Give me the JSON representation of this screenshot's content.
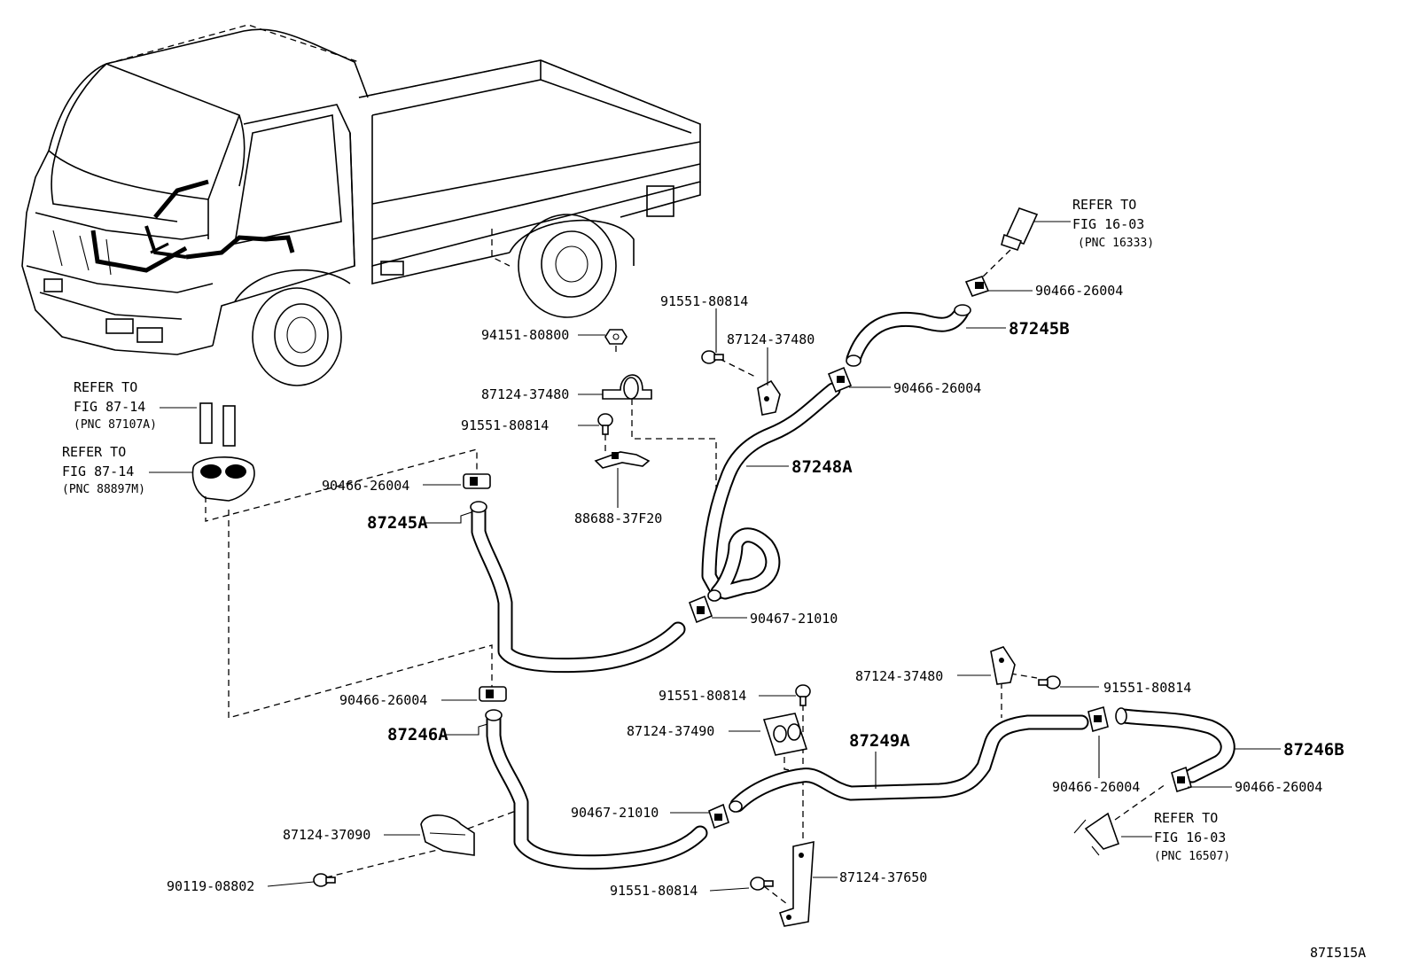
{
  "callouts": [
    {
      "text": "REFER TO"
    },
    {
      "text": "FIG 16-03"
    },
    {
      "text": "(PNC 16333)"
    },
    {
      "text": "REFER TO"
    },
    {
      "text": "FIG 87-14"
    },
    {
      "text": "(PNC 87107A)"
    },
    {
      "text": "REFER TO"
    },
    {
      "text": "FIG 87-14"
    },
    {
      "text": "(PNC 88897M)"
    },
    {
      "text": "REFER TO"
    },
    {
      "text": "FIG 16-03"
    },
    {
      "text": "(PNC 16507)"
    }
  ],
  "parts": [
    {
      "text": "90466-26004"
    },
    {
      "text": "87245B"
    },
    {
      "text": "91551-80814"
    },
    {
      "text": "87124-37480"
    },
    {
      "text": "90466-26004"
    },
    {
      "text": "94151-80800"
    },
    {
      "text": "87124-37480"
    },
    {
      "text": "91551-80814"
    },
    {
      "text": "87248A"
    },
    {
      "text": "90466-26004"
    },
    {
      "text": "88688-37F20"
    },
    {
      "text": "87245A"
    },
    {
      "text": "90467-21010"
    },
    {
      "text": "87124-37480"
    },
    {
      "text": "91551-80814"
    },
    {
      "text": "90466-26004"
    },
    {
      "text": "91551-80814"
    },
    {
      "text": "87246A"
    },
    {
      "text": "87124-37490"
    },
    {
      "text": "87249A"
    },
    {
      "text": "87246B"
    },
    {
      "text": "90466-26004"
    },
    {
      "text": "90466-26004"
    },
    {
      "text": "90467-21010"
    },
    {
      "text": "87124-37090"
    },
    {
      "text": "87124-37650"
    },
    {
      "text": "90119-08802"
    },
    {
      "text": "91551-80814"
    }
  ],
  "figure_id": "87I515A"
}
